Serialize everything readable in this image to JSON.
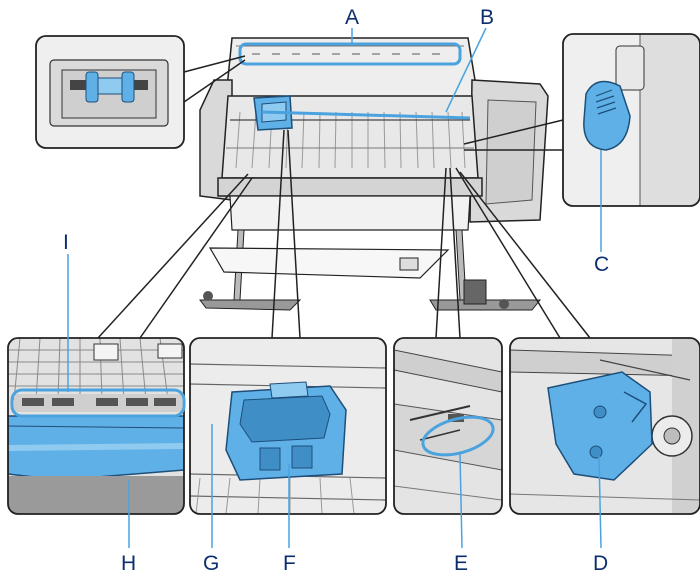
{
  "labels": {
    "a": "A",
    "b": "B",
    "c": "C",
    "d": "D",
    "e": "E",
    "f": "F",
    "g": "G",
    "h": "H",
    "i": "I"
  },
  "colors": {
    "highlight": "#4aa3df",
    "part_blue": "#5fb0e6",
    "label_text": "#0d2e6e",
    "outline": "#222222",
    "gray_light": "#e6e6e6",
    "gray_mid": "#bcbcbc",
    "gray_dark": "#8a8a8a"
  },
  "icons": [
    "roller-icon",
    "cutter-icon",
    "carriage-icon"
  ]
}
